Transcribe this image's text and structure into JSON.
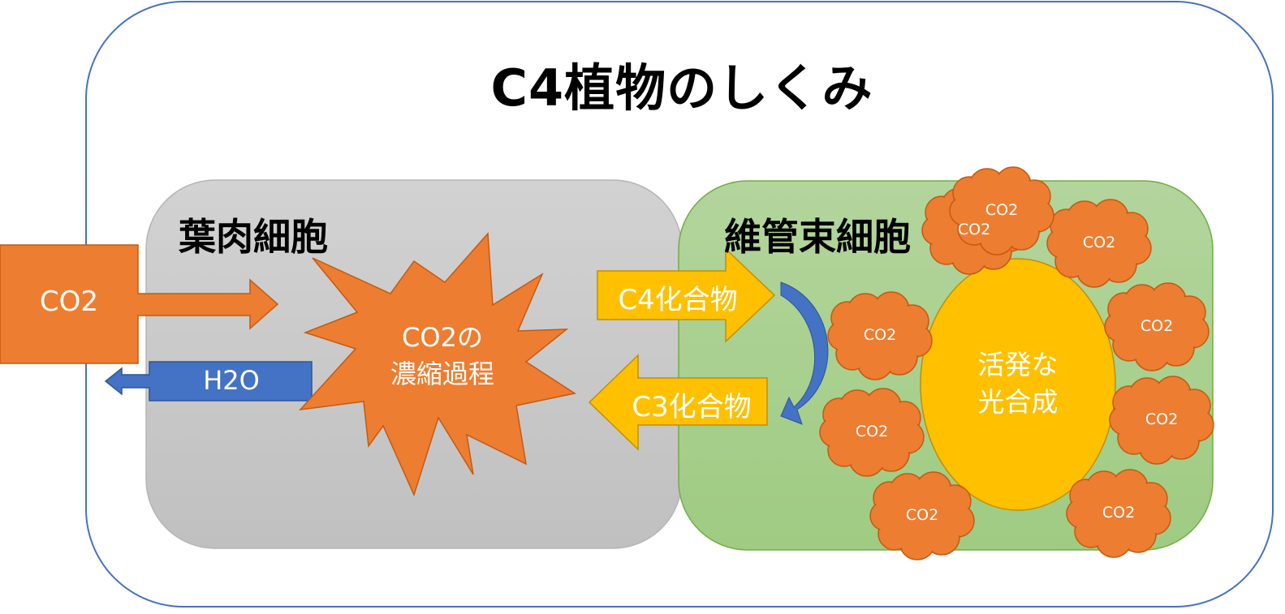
{
  "title": "C4植物のしくみ",
  "cells": {
    "mesophyll": {
      "label": "葉肉細胞"
    },
    "bundle_sheath": {
      "label": "維管束細胞"
    }
  },
  "inputs": {
    "co2_box": "CO2",
    "h2o_arrow": "H2O"
  },
  "concentration": {
    "line1": "CO2の",
    "line2": "濃縮過程"
  },
  "transport": {
    "c4": "C4化合物",
    "c3": "C3化合物"
  },
  "photosynthesis": {
    "line1": "活発な",
    "line2": "光合成"
  },
  "co2_clouds": [
    "CO2",
    "CO2",
    "CO2",
    "CO2",
    "CO2",
    "CO2",
    "CO2",
    "CO2",
    "CO2"
  ],
  "colors": {
    "frame_border": "#4472c4",
    "orange": "#ed7d31",
    "blue": "#4472c4",
    "gold": "#ffc000",
    "gray_cell": "#c9c9c9",
    "green_cell": "#a9d18e"
  }
}
